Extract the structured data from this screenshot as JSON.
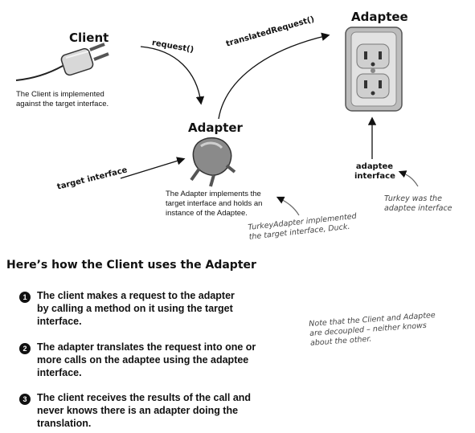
{
  "labels": {
    "client": "Client",
    "adaptee": "Adaptee",
    "adapter": "Adapter",
    "request": "request()",
    "translated_request": "translatedRequest()",
    "adaptee_interface": "adaptee interface",
    "target_interface": "target interface"
  },
  "notes": {
    "client_note": "The Client is implemented against the target interface.",
    "adapter_note": "The Adapter implements the target interface and holds an instance of the Adaptee.",
    "turkey_adaptee": "Turkey was the adaptee interface",
    "turkey_adapter": "TurkeyAdapter implemented the target interface, Duck.",
    "decoupled": "Note that the Client and Adaptee are decoupled – neither knows about the other."
  },
  "heading": "Here’s how the Client uses the Adapter",
  "steps": [
    {
      "num": "1",
      "text": "The client makes a request to the adapter by calling a method on it using the target interface."
    },
    {
      "num": "2",
      "text": "The adapter translates the request into one or more calls on the adaptee using the adaptee interface."
    },
    {
      "num": "3",
      "text": "The client receives the results of the call and never knows there is an adapter doing the translation."
    }
  ]
}
